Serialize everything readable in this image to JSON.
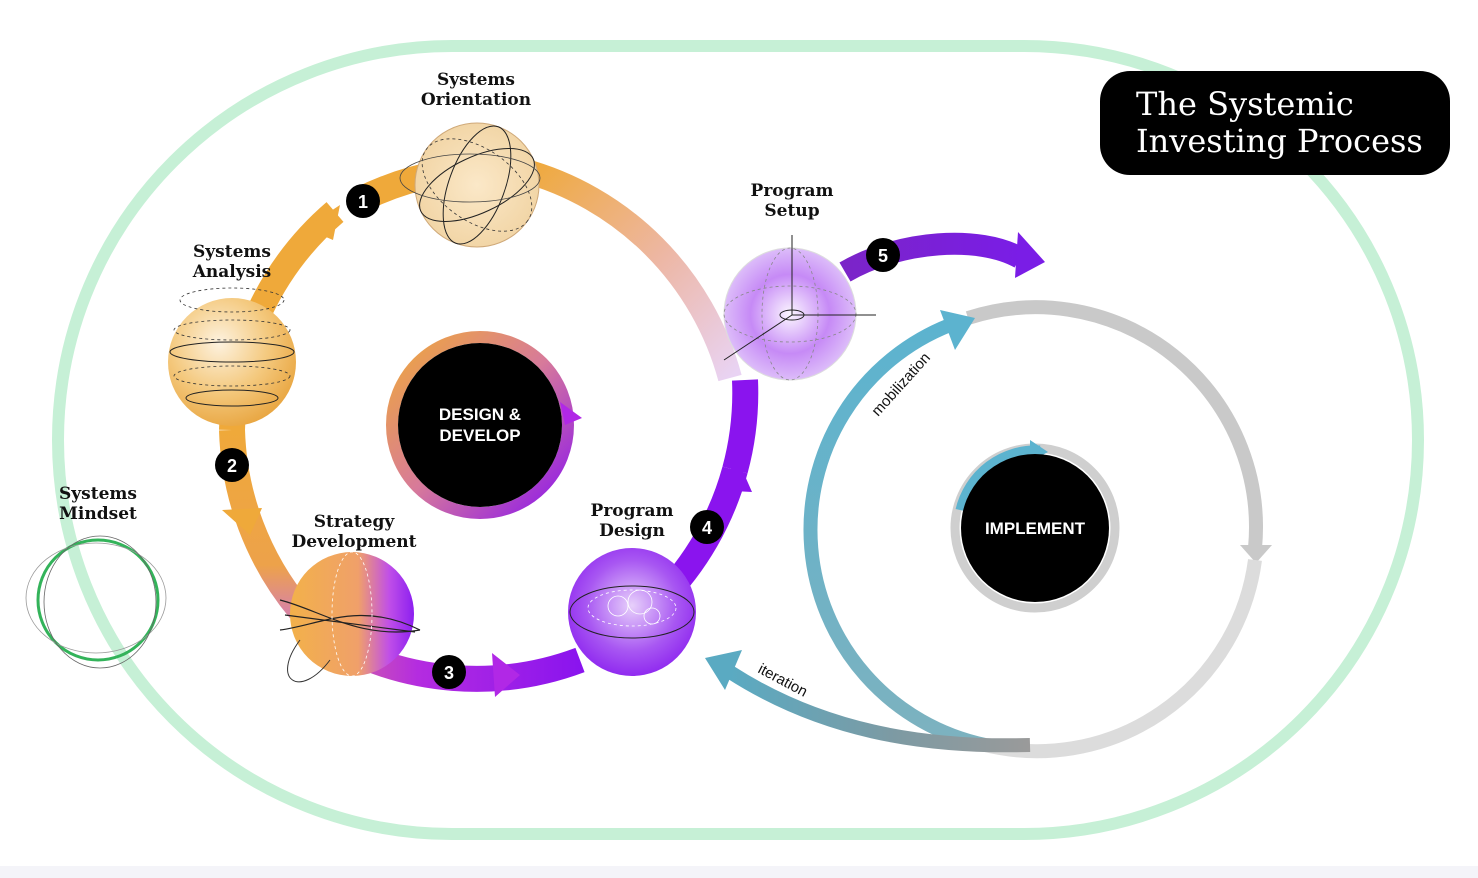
{
  "title": {
    "line1": "The Systemic",
    "line2": "Investing Process"
  },
  "hubs": {
    "design_line1": "DESIGN &",
    "design_line2": "DEVELOP",
    "implement": "IMPLEMENT"
  },
  "stages": {
    "orientation": {
      "line1": "Systems",
      "line2": "Orientation"
    },
    "analysis": {
      "line1": "Systems",
      "line2": "Analysis"
    },
    "strategy": {
      "line1": "Strategy",
      "line2": "Development"
    },
    "program_design": {
      "line1": "Program",
      "line2": "Design"
    },
    "program_setup": {
      "line1": "Program",
      "line2": "Setup"
    },
    "mindset": {
      "line1": "Systems",
      "line2": "Mindset"
    }
  },
  "steps": [
    "1",
    "2",
    "3",
    "4",
    "5"
  ],
  "loop_labels": {
    "mobilization": "mobilization",
    "iteration": "iteration"
  },
  "colors": {
    "orange": "#efa93a",
    "purple": "#8a14ee",
    "teal": "#5cabc6",
    "grey": "#c9c9c9",
    "green_track": "#bfeed0",
    "black": "#000000"
  }
}
